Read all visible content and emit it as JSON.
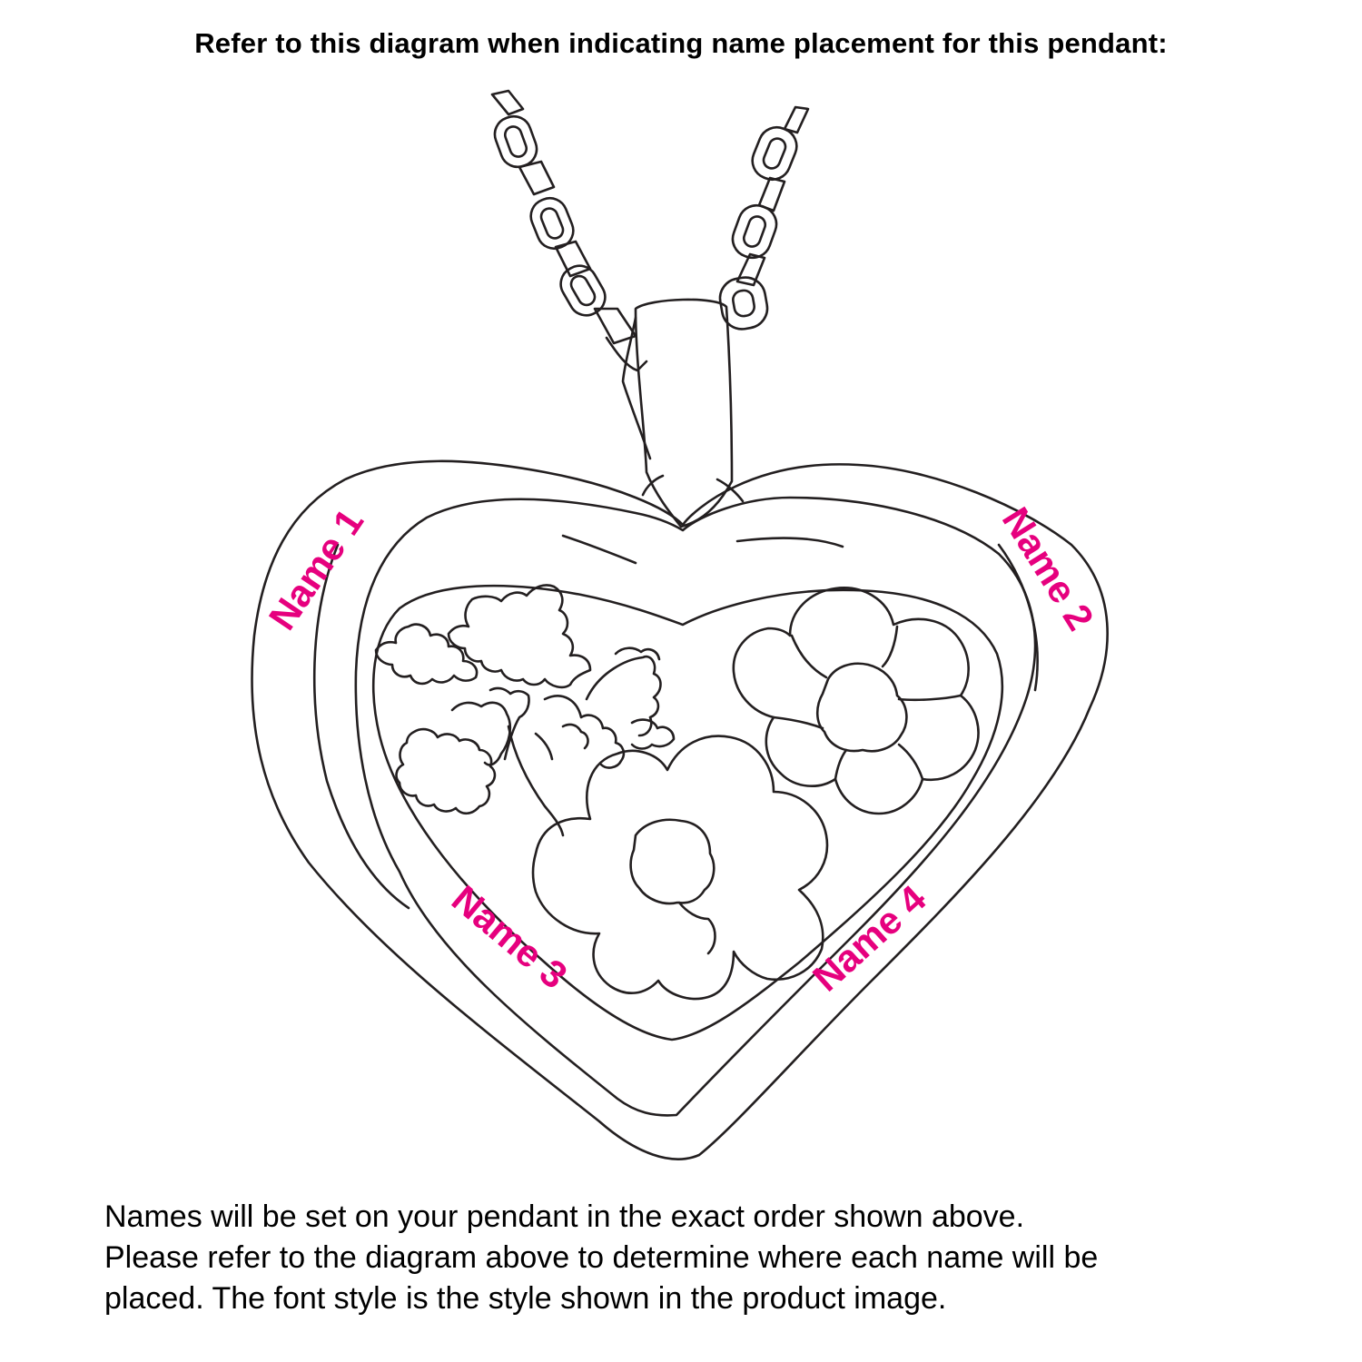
{
  "heading": "Refer to this diagram when indicating name placement for this pendant:",
  "labels": {
    "name1": "Name 1",
    "name2": "Name 2",
    "name3": "Name 3",
    "name4": "Name 4"
  },
  "footer": {
    "line1": "Names will be set on your pendant in the exact order shown above.",
    "line2": "Please refer to the diagram above to determine where each name will be",
    "line3": "placed. The font style is the style shown in the product image."
  },
  "colors": {
    "outline": "#231f20",
    "label": "#e6007e",
    "text": "#000000"
  }
}
